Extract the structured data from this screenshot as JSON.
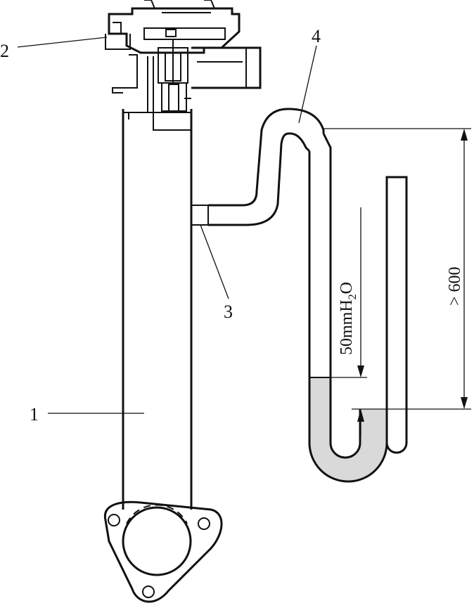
{
  "labels": {
    "part1": "1",
    "part2": "2",
    "part3": "3",
    "part4": "4"
  },
  "dimensions": {
    "pressure_prefix": "50mmH",
    "pressure_subscript": "2",
    "pressure_suffix": "O",
    "height": "> 600"
  },
  "colors": {
    "liquid": "#d9d9d9",
    "line": "#111111"
  }
}
